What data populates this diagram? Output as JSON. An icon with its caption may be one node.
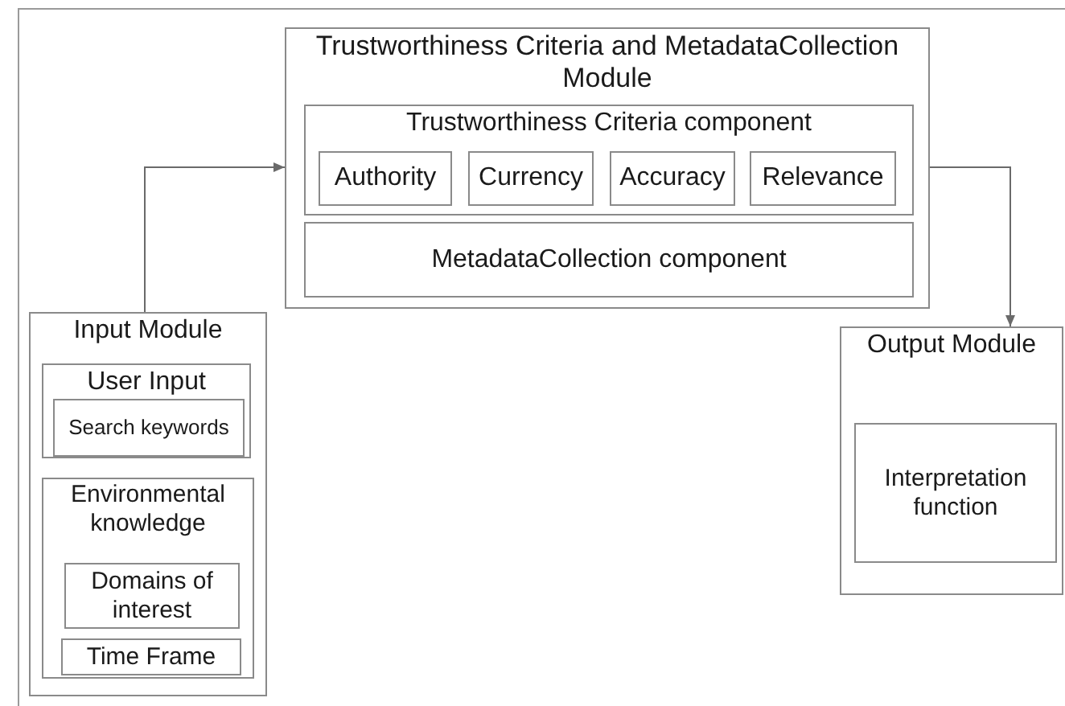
{
  "diagram": {
    "nodes": [
      {
        "text": [
          "Trustworthiness Criteria and MetadataCollection Module"
        ]
      },
      {
        "text": [
          "Trustworthiness Criteria component"
        ],
        "in": 0
      },
      {
        "text": [
          "Authority"
        ],
        "in": 1
      },
      {
        "text": [
          "Currency"
        ],
        "in": 1
      },
      {
        "text": [
          "Accuracy"
        ],
        "in": 1
      },
      {
        "text": [
          "Relevance"
        ],
        "in": 1
      },
      {
        "text": [
          "MetadataCollection component"
        ],
        "in": 0
      },
      {
        "text": [
          "Input Module"
        ]
      },
      {
        "text": [
          "User Input"
        ],
        "in": 7
      },
      {
        "text": [
          "Search keywords"
        ],
        "in": 8
      },
      {
        "text": [
          "Environmental knowledge"
        ],
        "in": 7
      },
      {
        "text": [
          "Domains of interest"
        ],
        "in": 10
      },
      {
        "text": [
          "Time Frame"
        ],
        "in": 10
      },
      {
        "text": [
          "Output Module"
        ]
      },
      {
        "text": [
          "Interpretation function"
        ],
        "in": 13
      }
    ],
    "edges": [
      {
        "from": 7,
        "to": 0,
        "arrow": "to"
      },
      {
        "from": 0,
        "to": 13,
        "arrow": "to"
      }
    ]
  }
}
